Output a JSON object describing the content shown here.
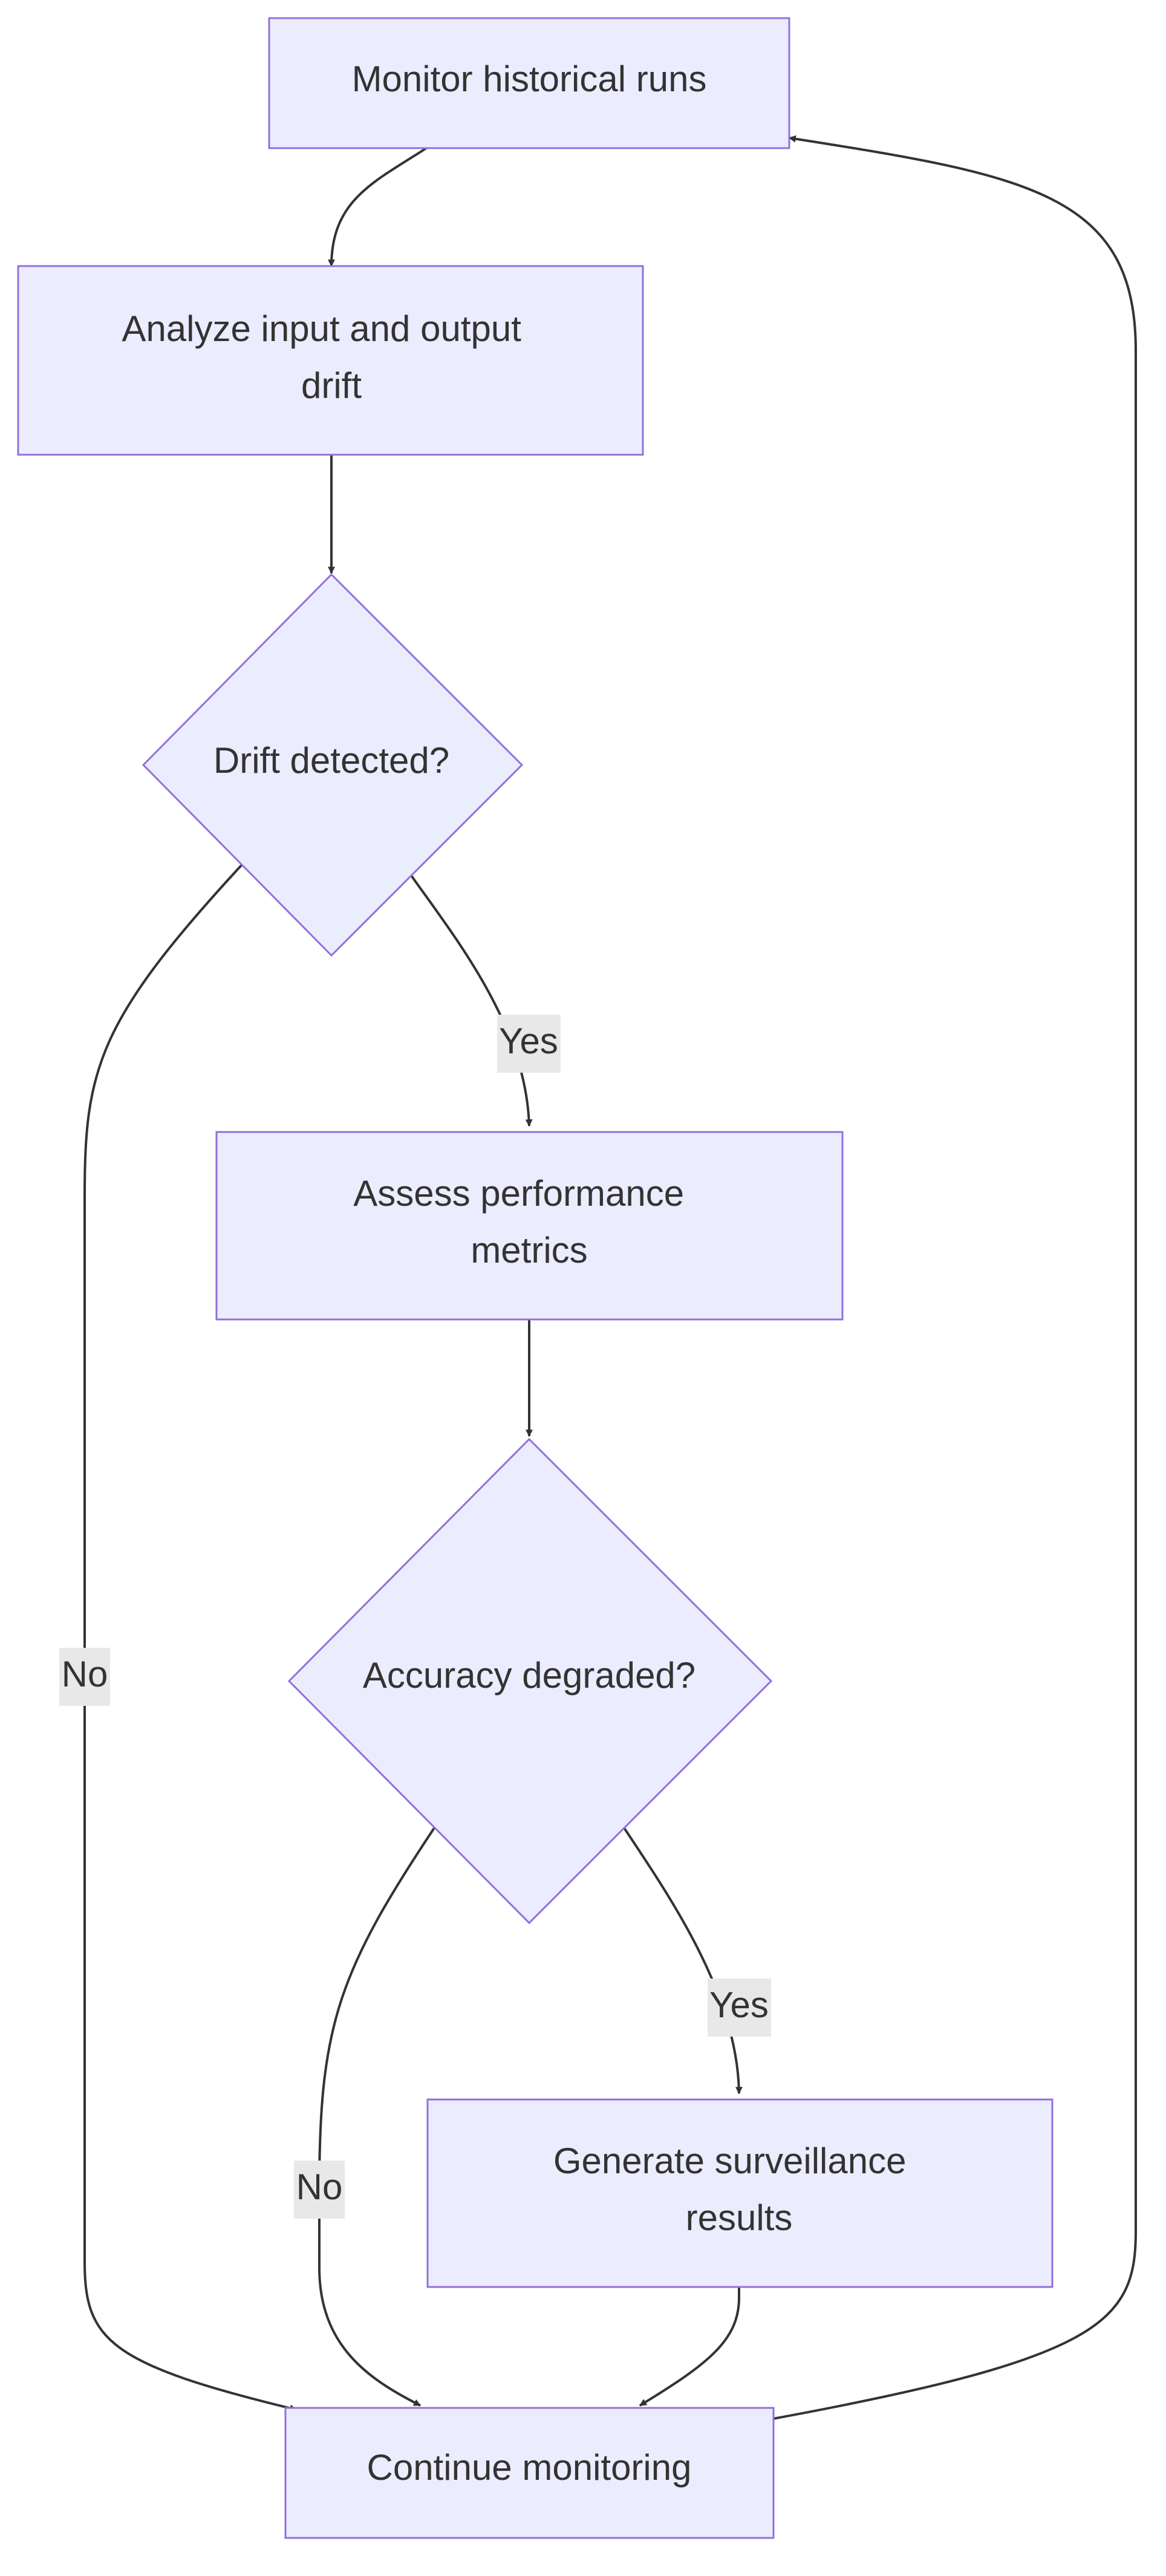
{
  "colors": {
    "node_fill": "#ECECFF",
    "node_stroke": "#9370DB",
    "edge": "#333333",
    "label_bg": "#E8E8E8",
    "text": "#333333"
  },
  "nodes": {
    "monitor": {
      "lines": [
        "Monitor historical runs"
      ]
    },
    "analyze": {
      "lines": [
        "Analyze input and output",
        "drift"
      ]
    },
    "drift_q": {
      "lines": [
        "Drift detected?"
      ]
    },
    "assess": {
      "lines": [
        "Assess performance",
        "metrics"
      ]
    },
    "accuracy_q": {
      "lines": [
        "Accuracy degraded?"
      ]
    },
    "generate": {
      "lines": [
        "Generate surveillance",
        "results"
      ]
    },
    "continue": {
      "lines": [
        "Continue monitoring"
      ]
    }
  },
  "edges": {
    "drift_yes": "Yes",
    "drift_no": "No",
    "accuracy_yes": "Yes",
    "accuracy_no": "No"
  }
}
